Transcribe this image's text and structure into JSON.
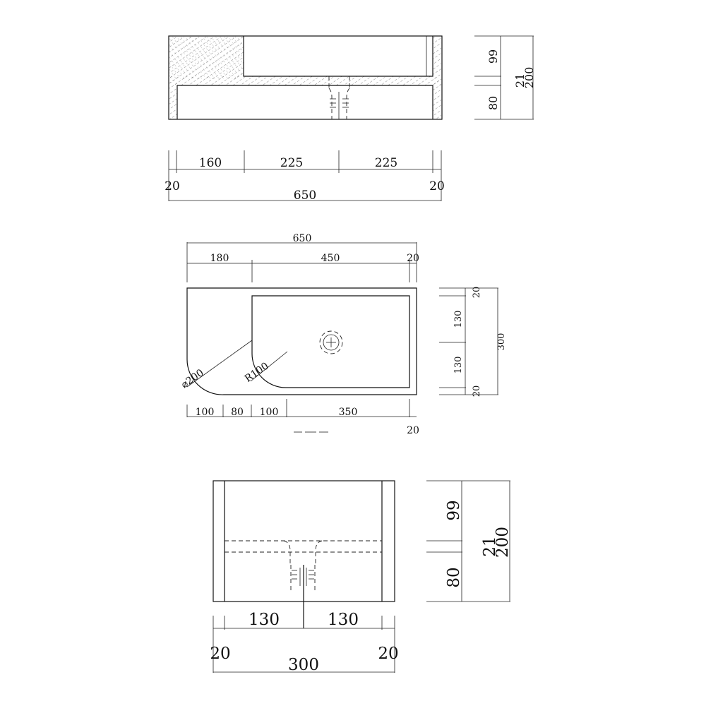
{
  "front_view": {
    "widths": {
      "w1": "160",
      "w2": "225",
      "w3": "225",
      "left": "20",
      "right": "20",
      "total": "650"
    },
    "heights": {
      "upper": "99",
      "gap": "21",
      "lower": "80",
      "total": "200"
    }
  },
  "top_view": {
    "top_total": "650",
    "top_left": "180",
    "top_mid": "450",
    "top_right": "20",
    "diameter": "⌀200",
    "radius": "R100",
    "bottom": {
      "b1": "100",
      "b2": "80",
      "b3": "100",
      "b4": "350",
      "b5": "20"
    },
    "heights": {
      "top": "20",
      "upper": "130",
      "lower": "130",
      "bottom": "20",
      "total": "300"
    }
  },
  "side_view": {
    "widths": {
      "left_inner": "130",
      "right_inner": "130",
      "left": "20",
      "right": "20",
      "total": "300"
    },
    "heights": {
      "upper": "99",
      "gap": "21",
      "lower": "80",
      "total": "200"
    }
  }
}
